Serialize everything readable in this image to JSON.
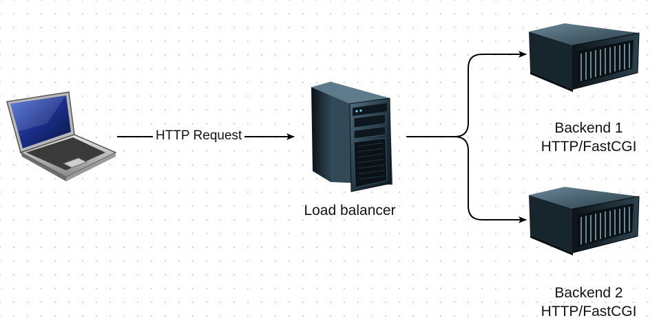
{
  "diagram": {
    "nodes": {
      "client": {
        "icon": "laptop-icon"
      },
      "load_balancer": {
        "icon": "tower-server-icon",
        "label": "Load balancer"
      },
      "backend_1": {
        "icon": "rack-server-icon",
        "line1": "Backend 1",
        "line2": "HTTP/FastCGI"
      },
      "backend_2": {
        "icon": "rack-server-icon",
        "line1": "Backend 2",
        "line2": "HTTP/FastCGI"
      }
    },
    "edges": {
      "client_to_lb": {
        "label": "HTTP Request"
      },
      "lb_to_backend_1": {
        "label": ""
      },
      "lb_to_backend_2": {
        "label": ""
      }
    }
  }
}
